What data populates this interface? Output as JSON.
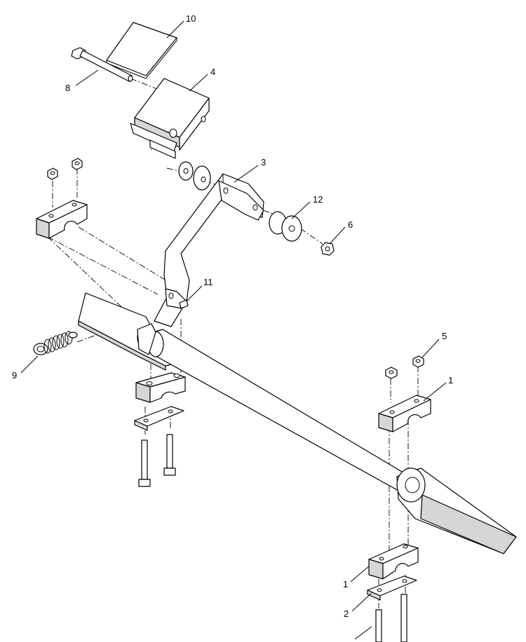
{
  "callouts": {
    "c10": "10",
    "c8": "8",
    "c4": "4",
    "c3": "3",
    "c12": "12",
    "c6": "6",
    "c11": "11",
    "c9": "9",
    "c5": "5",
    "c1a": "1",
    "c1b": "1",
    "c2": "2"
  }
}
